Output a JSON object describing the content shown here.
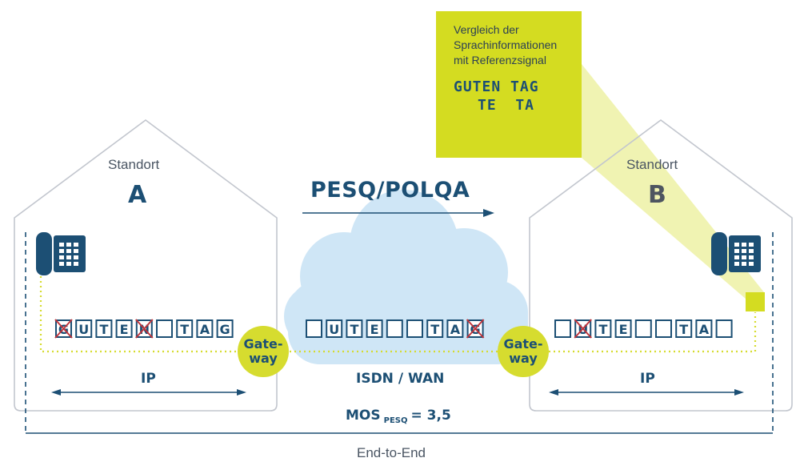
{
  "title": "PESQ/POLQA",
  "site_a": {
    "word": "Standort",
    "letter": "A",
    "boxes": [
      "G",
      "U",
      "T",
      "E",
      "N",
      "",
      "T",
      "A",
      "G"
    ],
    "crossed": [
      0,
      4
    ]
  },
  "site_b": {
    "word": "Standort",
    "letter": "B",
    "boxes": [
      "",
      "U",
      "T",
      "E",
      "",
      "",
      "T",
      "A",
      ""
    ],
    "crossed": [
      1
    ]
  },
  "network_boxes": {
    "boxes": [
      "",
      "U",
      "T",
      "E",
      "",
      "",
      "T",
      "A",
      "G"
    ],
    "crossed": [
      8
    ]
  },
  "gateway_left": {
    "line1": "Gate-",
    "line2": "way"
  },
  "gateway_right": {
    "line1": "Gate-",
    "line2": "way"
  },
  "ip_left": "IP",
  "ip_right": "IP",
  "network_label": "ISDN / WAN",
  "mos": {
    "prefix": "MOS",
    "sub": "PESQ",
    "suffix": "= 3,5"
  },
  "end_to_end": "End-to-End",
  "callout": {
    "line1": "Vergleich der",
    "line2": "Sprachinformationen",
    "line3": "mit Referenzsignal",
    "ref_line1": "GUTEN TAG",
    "ref_line2": "TE  TA"
  },
  "colors": {
    "navy": "#1c4f74",
    "yellow": "#d4dc21",
    "cloud": "#cfe6f6",
    "outline": "#b9bec7",
    "cross": "#c0343b"
  }
}
